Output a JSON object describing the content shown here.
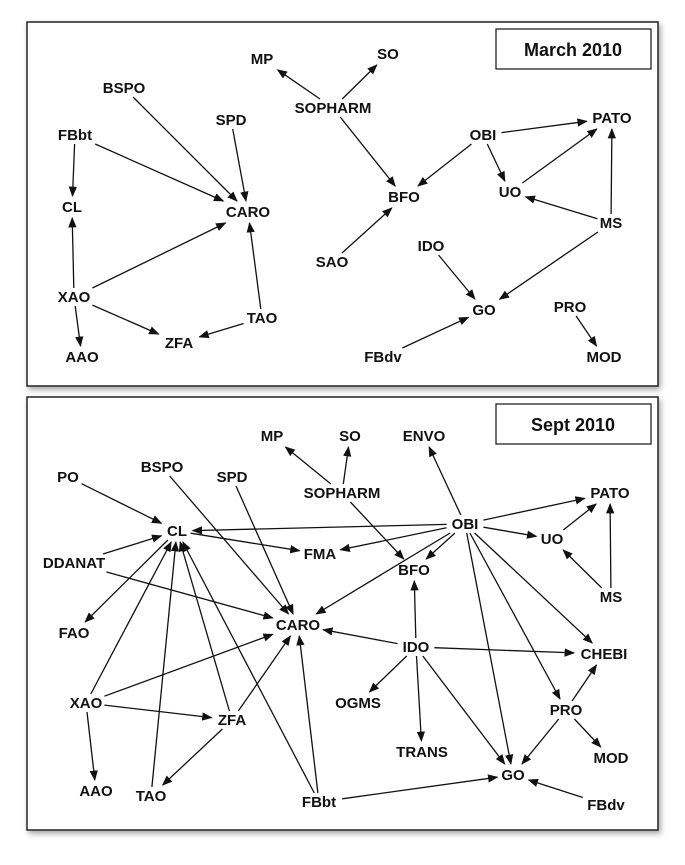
{
  "panels": [
    {
      "title": "March 2010",
      "nodes": [
        {
          "id": "MP",
          "label": "MP"
        },
        {
          "id": "SO",
          "label": "SO"
        },
        {
          "id": "SOPHARM",
          "label": "SOPHARM"
        },
        {
          "id": "BSPO",
          "label": "BSPO"
        },
        {
          "id": "SPD",
          "label": "SPD"
        },
        {
          "id": "FBbt",
          "label": "FBbt"
        },
        {
          "id": "CARO",
          "label": "CARO"
        },
        {
          "id": "CL",
          "label": "CL"
        },
        {
          "id": "BFO",
          "label": "BFO"
        },
        {
          "id": "OBI",
          "label": "OBI"
        },
        {
          "id": "PATO",
          "label": "PATO"
        },
        {
          "id": "UO",
          "label": "UO"
        },
        {
          "id": "MS",
          "label": "MS"
        },
        {
          "id": "SAO",
          "label": "SAO"
        },
        {
          "id": "IDO",
          "label": "IDO"
        },
        {
          "id": "XAO",
          "label": "XAO"
        },
        {
          "id": "TAO",
          "label": "TAO"
        },
        {
          "id": "ZFA",
          "label": "ZFA"
        },
        {
          "id": "AAO",
          "label": "AAO"
        },
        {
          "id": "GO",
          "label": "GO"
        },
        {
          "id": "PRO",
          "label": "PRO"
        },
        {
          "id": "MOD",
          "label": "MOD"
        },
        {
          "id": "FBdv",
          "label": "FBdv"
        }
      ],
      "edges": [
        [
          "SOPHARM",
          "MP"
        ],
        [
          "SOPHARM",
          "SO"
        ],
        [
          "SOPHARM",
          "BFO"
        ],
        [
          "BSPO",
          "CARO"
        ],
        [
          "SPD",
          "CARO"
        ],
        [
          "FBbt",
          "CARO"
        ],
        [
          "FBbt",
          "CL"
        ],
        [
          "XAO",
          "CL"
        ],
        [
          "XAO",
          "CARO"
        ],
        [
          "XAO",
          "AAO"
        ],
        [
          "XAO",
          "ZFA"
        ],
        [
          "TAO",
          "CARO"
        ],
        [
          "TAO",
          "ZFA"
        ],
        [
          "OBI",
          "BFO"
        ],
        [
          "OBI",
          "PATO"
        ],
        [
          "OBI",
          "UO"
        ],
        [
          "UO",
          "PATO"
        ],
        [
          "MS",
          "PATO"
        ],
        [
          "MS",
          "UO"
        ],
        [
          "MS",
          "GO"
        ],
        [
          "SAO",
          "BFO"
        ],
        [
          "IDO",
          "GO"
        ],
        [
          "FBdv",
          "GO"
        ],
        [
          "PRO",
          "MOD"
        ]
      ]
    },
    {
      "title": "Sept 2010",
      "nodes": [
        {
          "id": "MP",
          "label": "MP"
        },
        {
          "id": "SO",
          "label": "SO"
        },
        {
          "id": "ENVO",
          "label": "ENVO"
        },
        {
          "id": "SOPHARM",
          "label": "SOPHARM"
        },
        {
          "id": "PO",
          "label": "PO"
        },
        {
          "id": "BSPO",
          "label": "BSPO"
        },
        {
          "id": "SPD",
          "label": "SPD"
        },
        {
          "id": "PATO",
          "label": "PATO"
        },
        {
          "id": "CL",
          "label": "CL"
        },
        {
          "id": "OBI",
          "label": "OBI"
        },
        {
          "id": "FMA",
          "label": "FMA"
        },
        {
          "id": "UO",
          "label": "UO"
        },
        {
          "id": "DDANAT",
          "label": "DDANAT"
        },
        {
          "id": "BFO",
          "label": "BFO"
        },
        {
          "id": "MS",
          "label": "MS"
        },
        {
          "id": "FAO",
          "label": "FAO"
        },
        {
          "id": "CARO",
          "label": "CARO"
        },
        {
          "id": "IDO",
          "label": "IDO"
        },
        {
          "id": "CHEBI",
          "label": "CHEBI"
        },
        {
          "id": "XAO",
          "label": "XAO"
        },
        {
          "id": "OGMS",
          "label": "OGMS"
        },
        {
          "id": "PRO",
          "label": "PRO"
        },
        {
          "id": "ZFA",
          "label": "ZFA"
        },
        {
          "id": "TRANS",
          "label": "TRANS"
        },
        {
          "id": "MOD",
          "label": "MOD"
        },
        {
          "id": "AAO",
          "label": "AAO"
        },
        {
          "id": "GO",
          "label": "GO"
        },
        {
          "id": "TAO",
          "label": "TAO"
        },
        {
          "id": "FBbt",
          "label": "FBbt"
        },
        {
          "id": "FBdv",
          "label": "FBdv"
        }
      ],
      "edges": [
        [
          "SOPHARM",
          "MP"
        ],
        [
          "SOPHARM",
          "SO"
        ],
        [
          "SOPHARM",
          "BFO"
        ],
        [
          "PO",
          "CL"
        ],
        [
          "BSPO",
          "CARO"
        ],
        [
          "SPD",
          "CARO"
        ],
        [
          "DDANAT",
          "CL"
        ],
        [
          "DDANAT",
          "CARO"
        ],
        [
          "CL",
          "FMA"
        ],
        [
          "CL",
          "FAO"
        ],
        [
          "OBI",
          "ENVO"
        ],
        [
          "OBI",
          "PATO"
        ],
        [
          "OBI",
          "UO"
        ],
        [
          "OBI",
          "CL"
        ],
        [
          "OBI",
          "FMA"
        ],
        [
          "OBI",
          "BFO"
        ],
        [
          "OBI",
          "CARO"
        ],
        [
          "OBI",
          "CHEBI"
        ],
        [
          "OBI",
          "PRO"
        ],
        [
          "OBI",
          "GO"
        ],
        [
          "UO",
          "PATO"
        ],
        [
          "MS",
          "PATO"
        ],
        [
          "MS",
          "UO"
        ],
        [
          "IDO",
          "BFO"
        ],
        [
          "IDO",
          "CARO"
        ],
        [
          "IDO",
          "CHEBI"
        ],
        [
          "IDO",
          "OGMS"
        ],
        [
          "IDO",
          "TRANS"
        ],
        [
          "IDO",
          "GO"
        ],
        [
          "XAO",
          "CL"
        ],
        [
          "XAO",
          "CARO"
        ],
        [
          "XAO",
          "ZFA"
        ],
        [
          "XAO",
          "AAO"
        ],
        [
          "ZFA",
          "CL"
        ],
        [
          "ZFA",
          "CARO"
        ],
        [
          "ZFA",
          "TAO"
        ],
        [
          "TAO",
          "CL"
        ],
        [
          "FBbt",
          "CL"
        ],
        [
          "FBbt",
          "CARO"
        ],
        [
          "FBbt",
          "GO"
        ],
        [
          "PRO",
          "CHEBI"
        ],
        [
          "PRO",
          "MOD"
        ],
        [
          "PRO",
          "GO"
        ],
        [
          "FBdv",
          "GO"
        ]
      ]
    }
  ]
}
